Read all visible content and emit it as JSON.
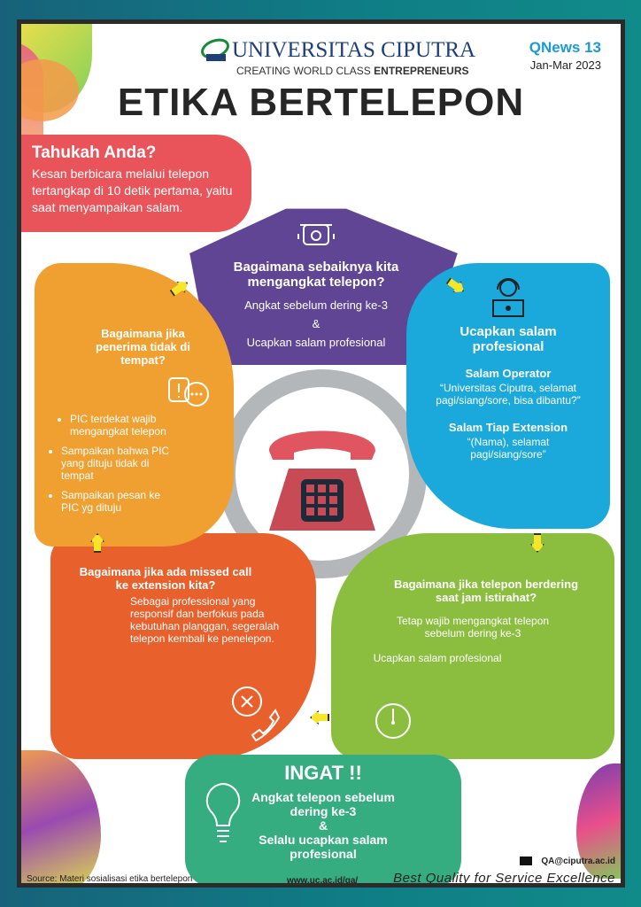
{
  "header": {
    "logo_name": "UNIVERSITAS CIPUTRA",
    "logo_tagline_light": "CREATING WORLD CLASS",
    "logo_tagline_bold": "ENTREPRENEURS",
    "issue": "QNews 13",
    "period": "Jan-Mar 2023",
    "title": "ETIKA BERTELEPON"
  },
  "tahukah": {
    "heading": "Tahukah Anda?",
    "text": "Kesan berbicara melalui telepon tertangkap di 10 detik pertama, yaitu saat menyampaikan salam."
  },
  "step1": {
    "heading": "Bagaimana sebaiknya kita mengangkat telepon?",
    "line1": "Angkat sebelum dering ke-3",
    "amp": "&",
    "line2": "Ucapkan salam profesional"
  },
  "step2": {
    "heading": "Ucapkan salam profesional",
    "operator_heading": "Salam Operator",
    "operator_text": "“Universitas Ciputra, selamat pagi/siang/sore, bisa dibantu?”",
    "ext_heading": "Salam Tiap Extension",
    "ext_text": "“(Nama), selamat pagi/siang/sore”"
  },
  "step3": {
    "heading": "Bagaimana jika telepon berdering saat jam istirahat?",
    "line1": "Tetap wajib mengangkat telepon sebelum dering ke-3",
    "line2": "Ucapkan salam profesional"
  },
  "step4": {
    "heading": "Bagaimana jika ada missed call ke extension kita?",
    "text": "Sebagai professional yang responsif dan berfokus pada kebutuhan planggan, segeralah telepon kembali ke penelepon."
  },
  "step5": {
    "heading": "Bagaimana jika penerima tidak di tempat?",
    "bullets": [
      "PIC terdekat wajib mengangkat telepon",
      "Sampaikan bahwa PIC yang dituju tidak di tempat",
      "Sampaikan pesan ke PIC yg dituju"
    ]
  },
  "ingat": {
    "heading": "INGAT !!",
    "line1": "Angkat telepon sebelum dering ke-3",
    "amp": "&",
    "line2": "Selalu ucapkan salam profesional"
  },
  "footer": {
    "source": "Source: Materi sosialisasi etika bertelepon",
    "url": "www.uc.ac.id/qa/",
    "email": "QA@ciputra.ac.id",
    "tagline": "Best Quality for Service Excellence"
  }
}
